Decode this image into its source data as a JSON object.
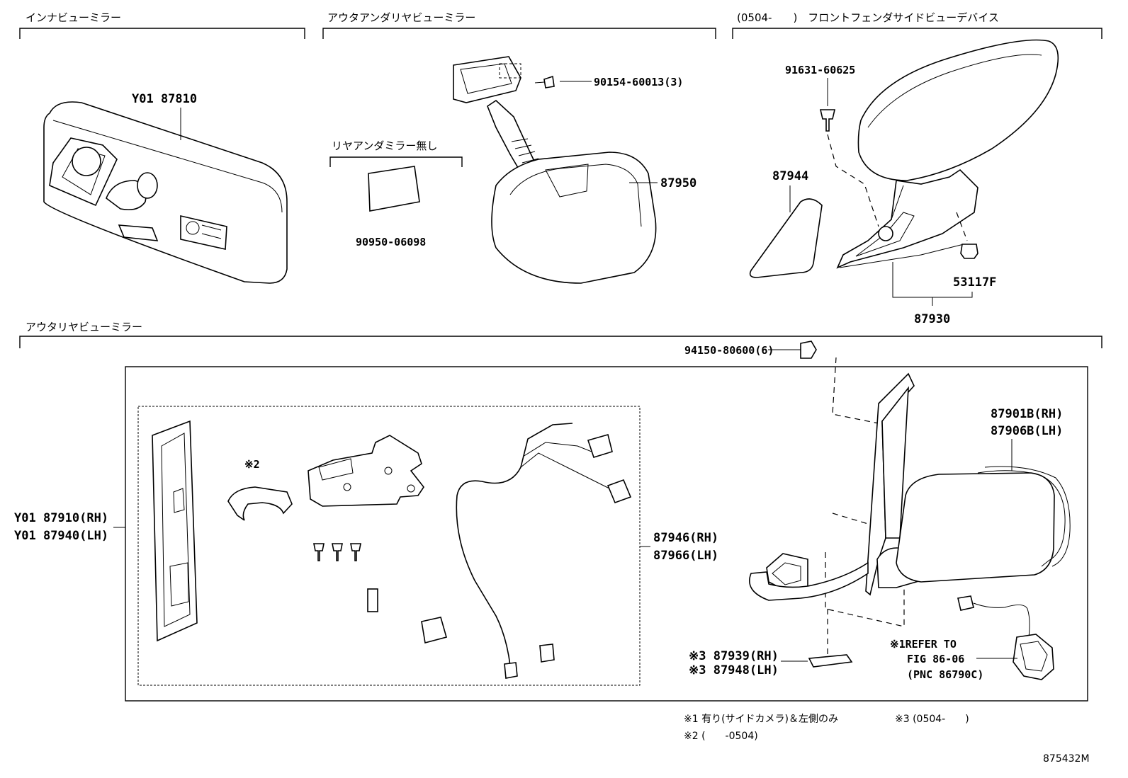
{
  "sections": {
    "inner_mirror": "インナビューミラー",
    "outer_under_mirror": "アウタアンダリヤビューミラー",
    "front_fender_device": "(0504-　　)　フロントフェンダサイドビューデバイス",
    "outer_mirror": "アウタリヤビューミラー"
  },
  "parts": {
    "p87810": "Y01 87810",
    "p90154": "90154-60013(3)",
    "no_under_mirror": "リヤアンダミラー無し",
    "p90950": "90950-06098",
    "p87950": "87950",
    "p91631": "91631-60625",
    "p87944": "87944",
    "p53117f": "53117F",
    "p87930": "87930",
    "p94150": "94150-80600(6)",
    "p87901b": "87901B(RH)",
    "p87906b": "87906B(LH)",
    "p87910": "Y01 87910(RH)",
    "p87940": "Y01 87940(LH)",
    "mark2": "※2",
    "p87946": "87946(RH)",
    "p87966": "87966(LH)",
    "p87939": "※3 87939(RH)",
    "p87948": "※3 87948(LH)",
    "refer1": "※1REFER TO",
    "refer2": "FIG 86-06",
    "refer3": "(PNC 86790C)"
  },
  "notes": {
    "n1": "※1 有り(サイドカメラ)＆左側のみ",
    "n3": "※3 (0504-　　)",
    "n2": "※2 (　　-0504)"
  },
  "figure_id": "875432M"
}
